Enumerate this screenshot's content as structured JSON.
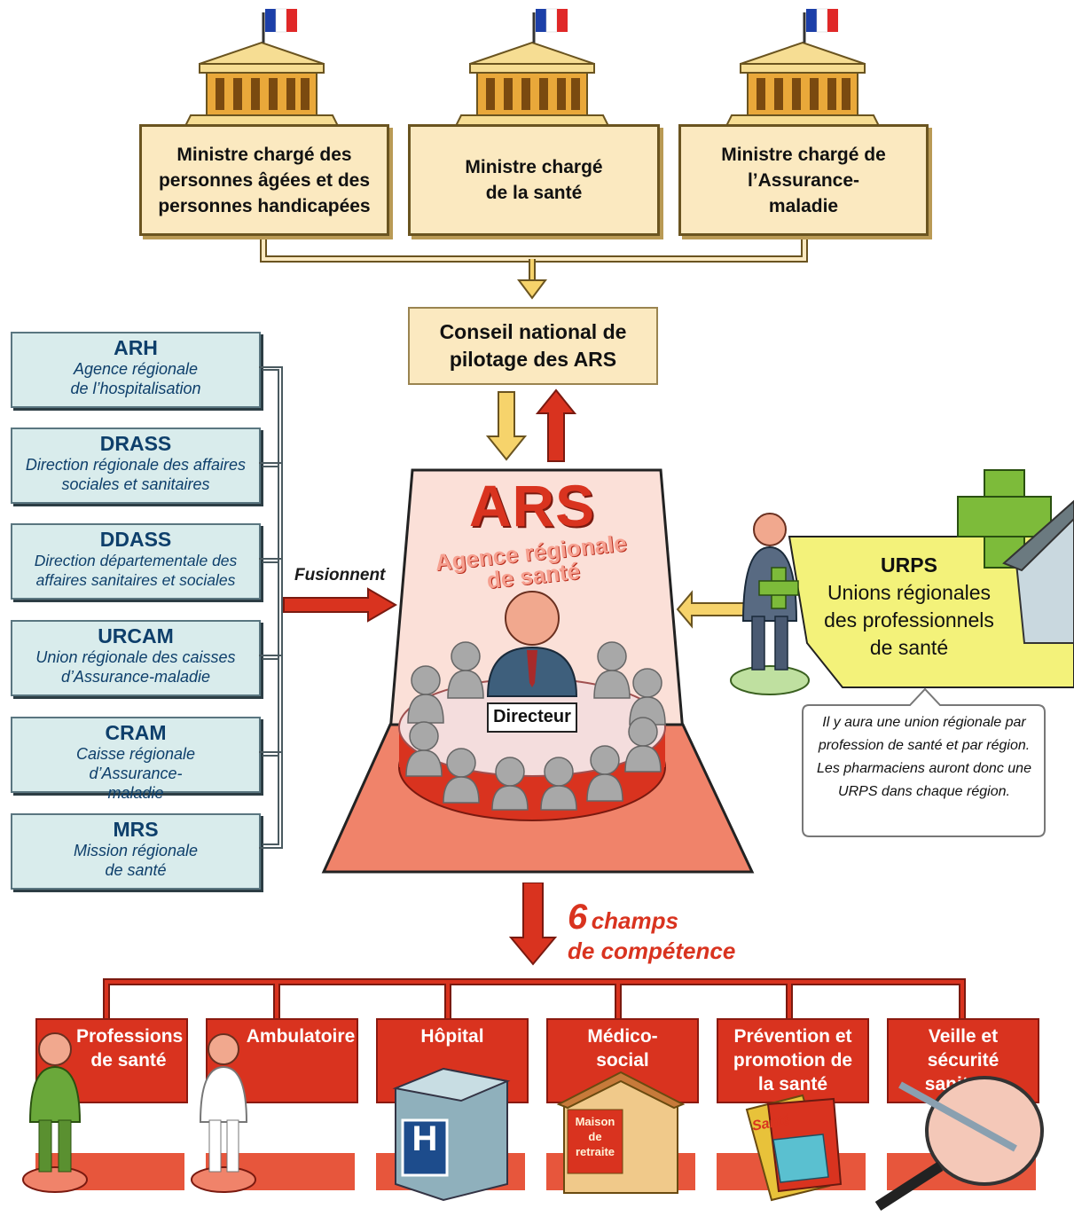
{
  "ministries": [
    {
      "label": "Ministre chargé des personnes âgées et des personnes handicapées"
    },
    {
      "label": "Ministre chargé de la santé"
    },
    {
      "label": "Ministre chargé de l’Assurance-maladie"
    }
  ],
  "national_council": {
    "label": "Conseil national de pilotage des ARS"
  },
  "agencies": [
    {
      "acronym": "ARH",
      "name": "Agence régionale de l’hospitalisation"
    },
    {
      "acronym": "DRASS",
      "name": "Direction régionale des affaires sociales et sanitaires"
    },
    {
      "acronym": "DDASS",
      "name": "Direction départementale des affaires sanitaires et sociales"
    },
    {
      "acronym": "URCAM",
      "name": "Union régionale des caisses d’Assurance-maladie"
    },
    {
      "acronym": "CRAM",
      "name": "Caisse régionale d’Assurance-maladie"
    },
    {
      "acronym": "MRS",
      "name": "Mission régionale de santé"
    }
  ],
  "merge_label": "Fusionnent",
  "ars": {
    "acronym": "ARS",
    "name_line1": "Agence régionale",
    "name_line2": "de santé",
    "director": "Directeur"
  },
  "urps": {
    "acronym": "URPS",
    "name": "Unions régionales des professionnels de santé",
    "note": "Il y aura une union régionale par profession de santé et par région. Les pharmaciens auront donc une URPS dans chaque région."
  },
  "competences": {
    "count": "6",
    "label_line1": "champs",
    "label_line2": "de compétence",
    "fields": [
      {
        "label": "Professions de santé"
      },
      {
        "label": "Ambulatoire"
      },
      {
        "label": "Hôpital"
      },
      {
        "label": "Médico-social"
      },
      {
        "label": "Prévention et promotion de la santé"
      },
      {
        "label": "Veille et sécurité sanitaire"
      }
    ],
    "icon_texts": {
      "hospital_letter": "H",
      "retirement_home": "Maison de retraite",
      "magazine": "Santé"
    }
  },
  "colors": {
    "ministry_fill": "#fbe9c0",
    "ars_red": "#d9331f",
    "agency_blue": "#0e3f6b",
    "urps_yellow": "#f3f27a",
    "arrow_yellow": "#f6d36b"
  }
}
